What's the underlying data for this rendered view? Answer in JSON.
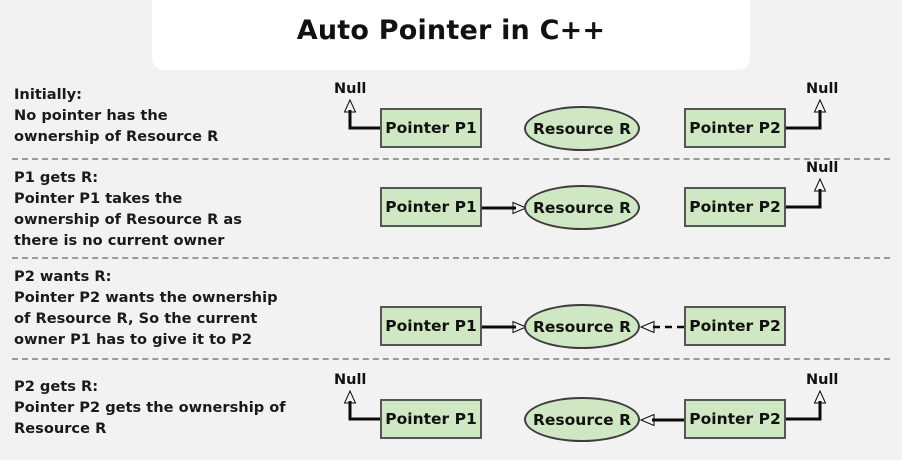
{
  "title": "Auto Pointer in C++",
  "colors": {
    "background": "#f2f2f2",
    "title_panel": "#ffffff",
    "node_fill": "#cfe7c2",
    "node_stroke": "#555555",
    "arrow": "#0a0a0a",
    "separator": "#9a9a9a"
  },
  "labels": {
    "pointer_p1": "Pointer P1",
    "pointer_p2": "Pointer P2",
    "resource_r": "Resource R",
    "null": "Null"
  },
  "rows": [
    {
      "heading": "Initially:",
      "body": "No pointer has the\nownership of Resource R",
      "p1_target": "null",
      "p2_target": "null",
      "p1_label": "Pointer P1",
      "p2_label": "Pointer P2",
      "resource_label": "Resource R",
      "null_left": "Null",
      "null_right": "Null"
    },
    {
      "heading": "P1 gets R:",
      "body": "Pointer P1 takes the\nownership of Resource R as\nthere is no current owner",
      "p1_target": "resource",
      "p2_target": "null",
      "p1_label": "Pointer P1",
      "p2_label": "Pointer P2",
      "resource_label": "Resource R",
      "null_right": "Null"
    },
    {
      "heading": "P2 wants R:",
      "body": "Pointer P2 wants the ownership\nof Resource R, So the current\nowner P1 has to give it to P2",
      "p1_target": "resource",
      "p2_target": "resource-dashed",
      "p1_label": "Pointer P1",
      "p2_label": "Pointer P2",
      "resource_label": "Resource R"
    },
    {
      "heading": "P2 gets R:",
      "body": "Pointer P2 gets the ownership of\nResource R",
      "p1_target": "null",
      "p2_target": "resource",
      "p1_label": "Pointer P1",
      "p2_label": "Pointer P2",
      "resource_label": "Resource R",
      "null_left": "Null",
      "null_right": "Null"
    }
  ]
}
